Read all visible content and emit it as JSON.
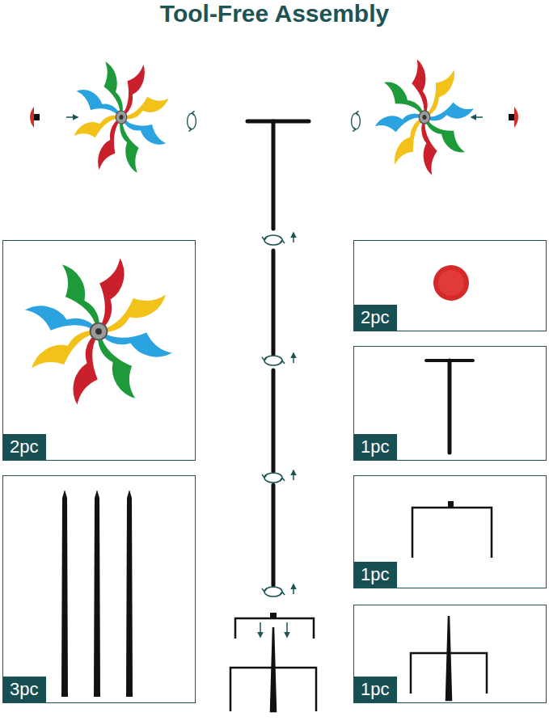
{
  "diagram": {
    "title": "Tool-Free Assembly",
    "nodes": [
      {
        "text": [
          "2pc"
        ]
      },
      {
        "text": [
          "2pc"
        ]
      },
      {
        "text": [
          "1pc"
        ]
      },
      {
        "text": [
          "3pc"
        ]
      },
      {
        "text": [
          "1pc"
        ]
      },
      {
        "text": [
          "1pc"
        ]
      }
    ]
  }
}
